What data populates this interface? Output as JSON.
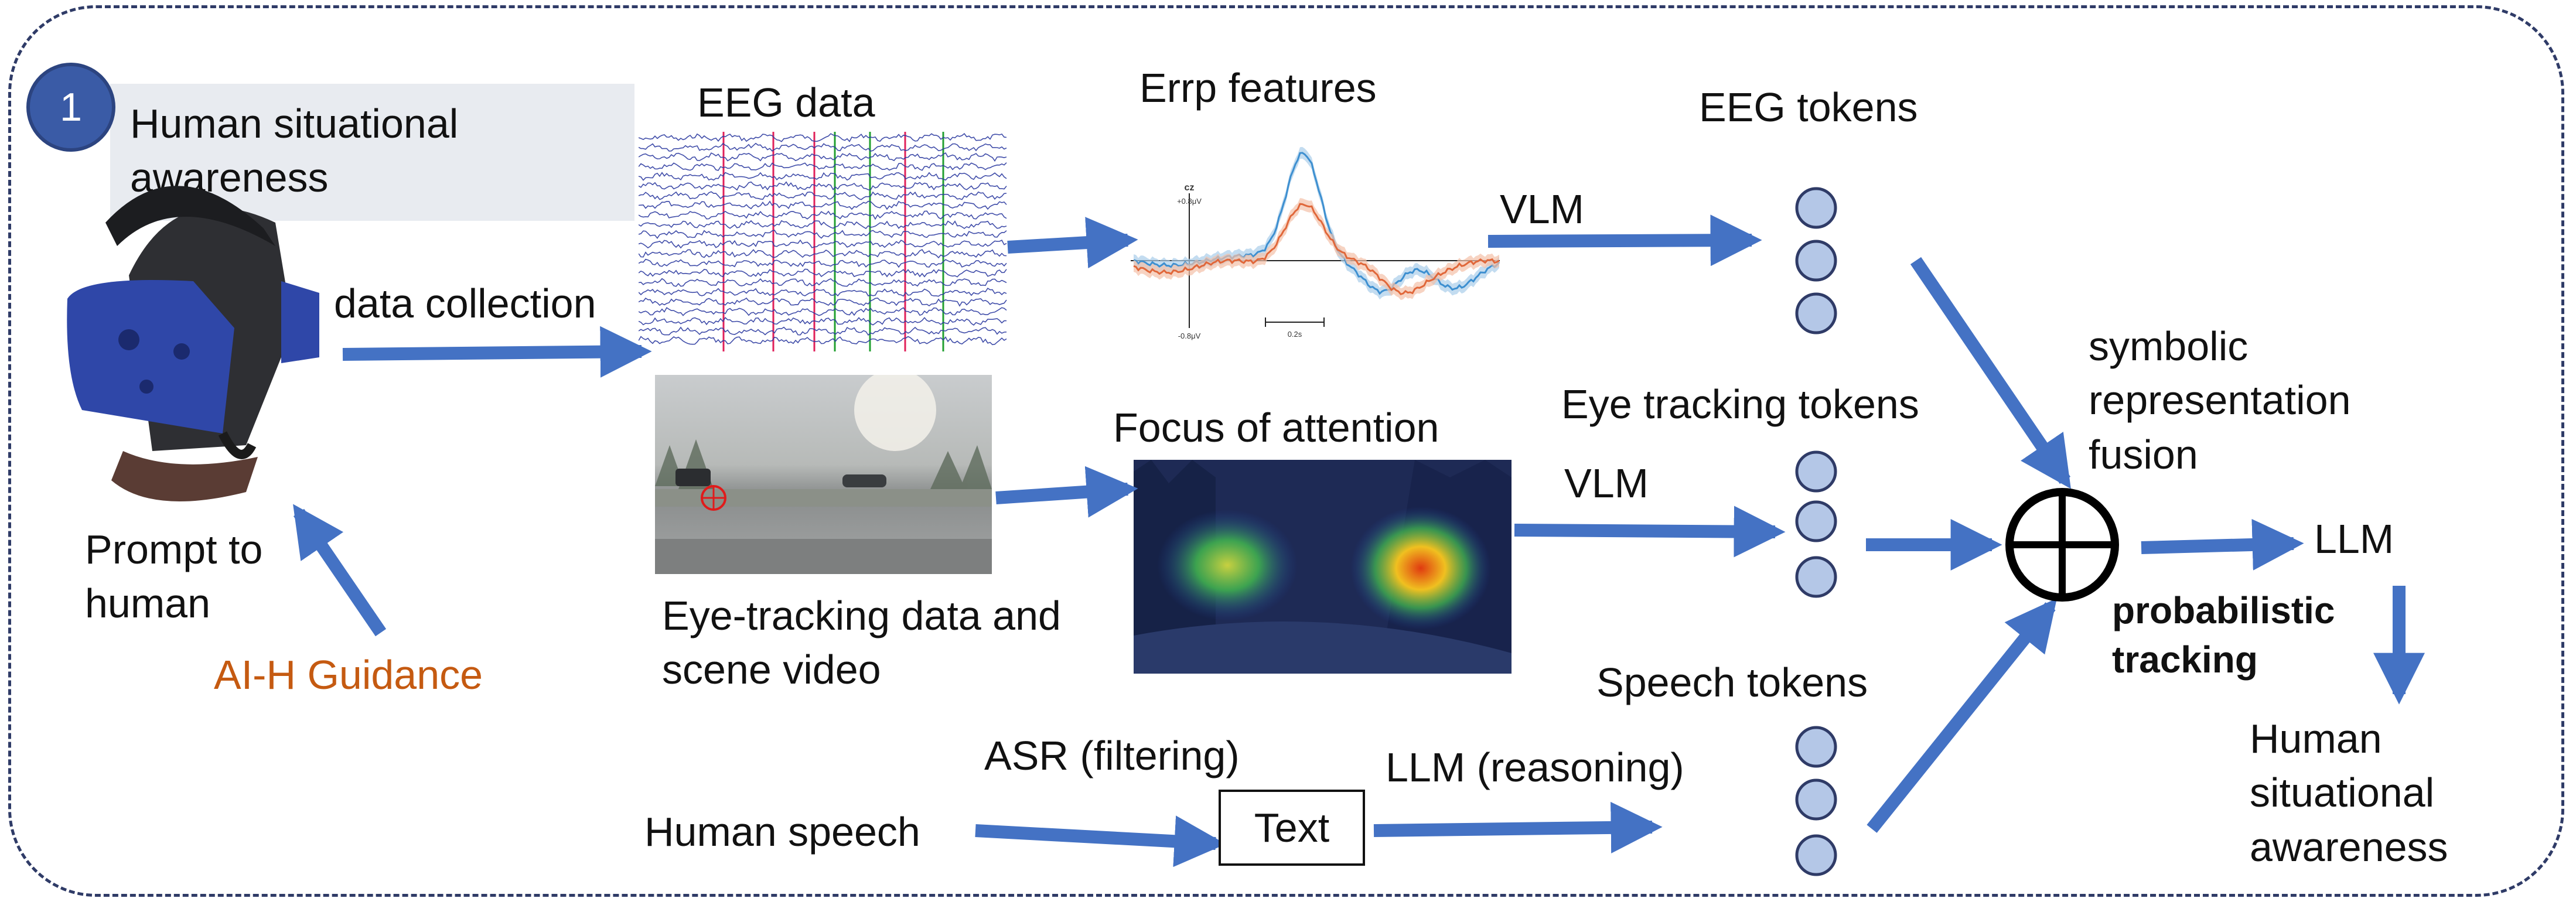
{
  "badge_number": "1",
  "human_sa_header": "Human situational awareness",
  "eeg_data_label": "EEG data",
  "data_collection_label": "data collection",
  "prompt_to_human_label": "Prompt to human",
  "ai_h_guidance_label": "AI-H Guidance",
  "errp_features_label": "Errp features",
  "errp_plot": {
    "channel": "cz",
    "y_top_tick": "+0.8μV",
    "y_bottom_tick": "-0.8μV",
    "scale_bar": "0.2s"
  },
  "eye_tracking_caption": "Eye-tracking data and scene video",
  "focus_of_attention_label": "Focus of attention",
  "vlm_top_label": "VLM",
  "vlm_mid_label": "VLM",
  "eeg_tokens_label": "EEG tokens",
  "eye_tracking_tokens_label": "Eye tracking tokens",
  "speech_tokens_label": "Speech tokens",
  "fusion_label": "symbolic representation fusion",
  "llm_label": "LLM",
  "probabilistic_tracking_label": "probabilistic tracking",
  "human_sa_output": "Human situational awareness",
  "asr_label": "ASR (filtering)",
  "llm_reasoning_label": "LLM (reasoning)",
  "human_speech_label": "Human speech",
  "text_box_label": "Text",
  "colors": {
    "arrow": "#4472c4",
    "token_fill": "#b4c7e7",
    "token_stroke": "#2f3b67",
    "guidance": "#c55a11",
    "badge": "#3a5ba6",
    "frame": "#2f3b67"
  }
}
